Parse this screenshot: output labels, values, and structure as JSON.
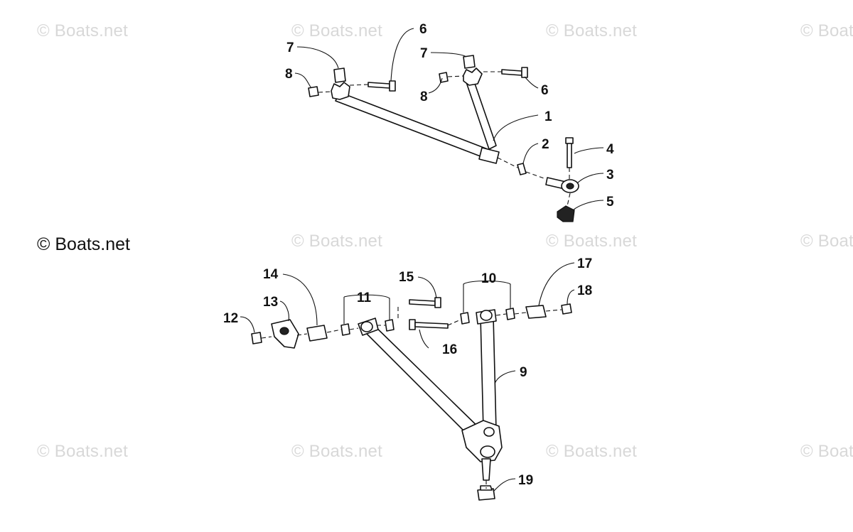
{
  "watermark": "© Boats.net",
  "watermark_main": "© Boats.net",
  "callouts": {
    "n1": "1",
    "n2": "2",
    "n3": "3",
    "n4": "4",
    "n5": "5",
    "n6a": "6",
    "n6b": "6",
    "n7a": "7",
    "n7b": "7",
    "n8a": "8",
    "n8b": "8",
    "n9": "9",
    "n10": "10",
    "n11": "11",
    "n12": "12",
    "n13": "13",
    "n14": "14",
    "n15": "15",
    "n16": "16",
    "n17": "17",
    "n18": "18",
    "n19": "19"
  }
}
